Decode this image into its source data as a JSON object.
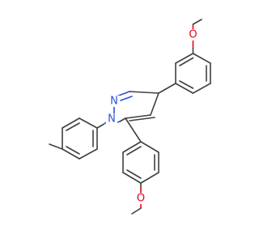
{
  "structure": {
    "atoms": {
      "n1": "N",
      "n2": "N",
      "o_top": "O",
      "o_bottom": "O"
    },
    "colors": {
      "bond": "#404040",
      "nitrogen": "#2f4fd8",
      "oxygen": "#e8001c",
      "background": "#ffffff"
    }
  }
}
